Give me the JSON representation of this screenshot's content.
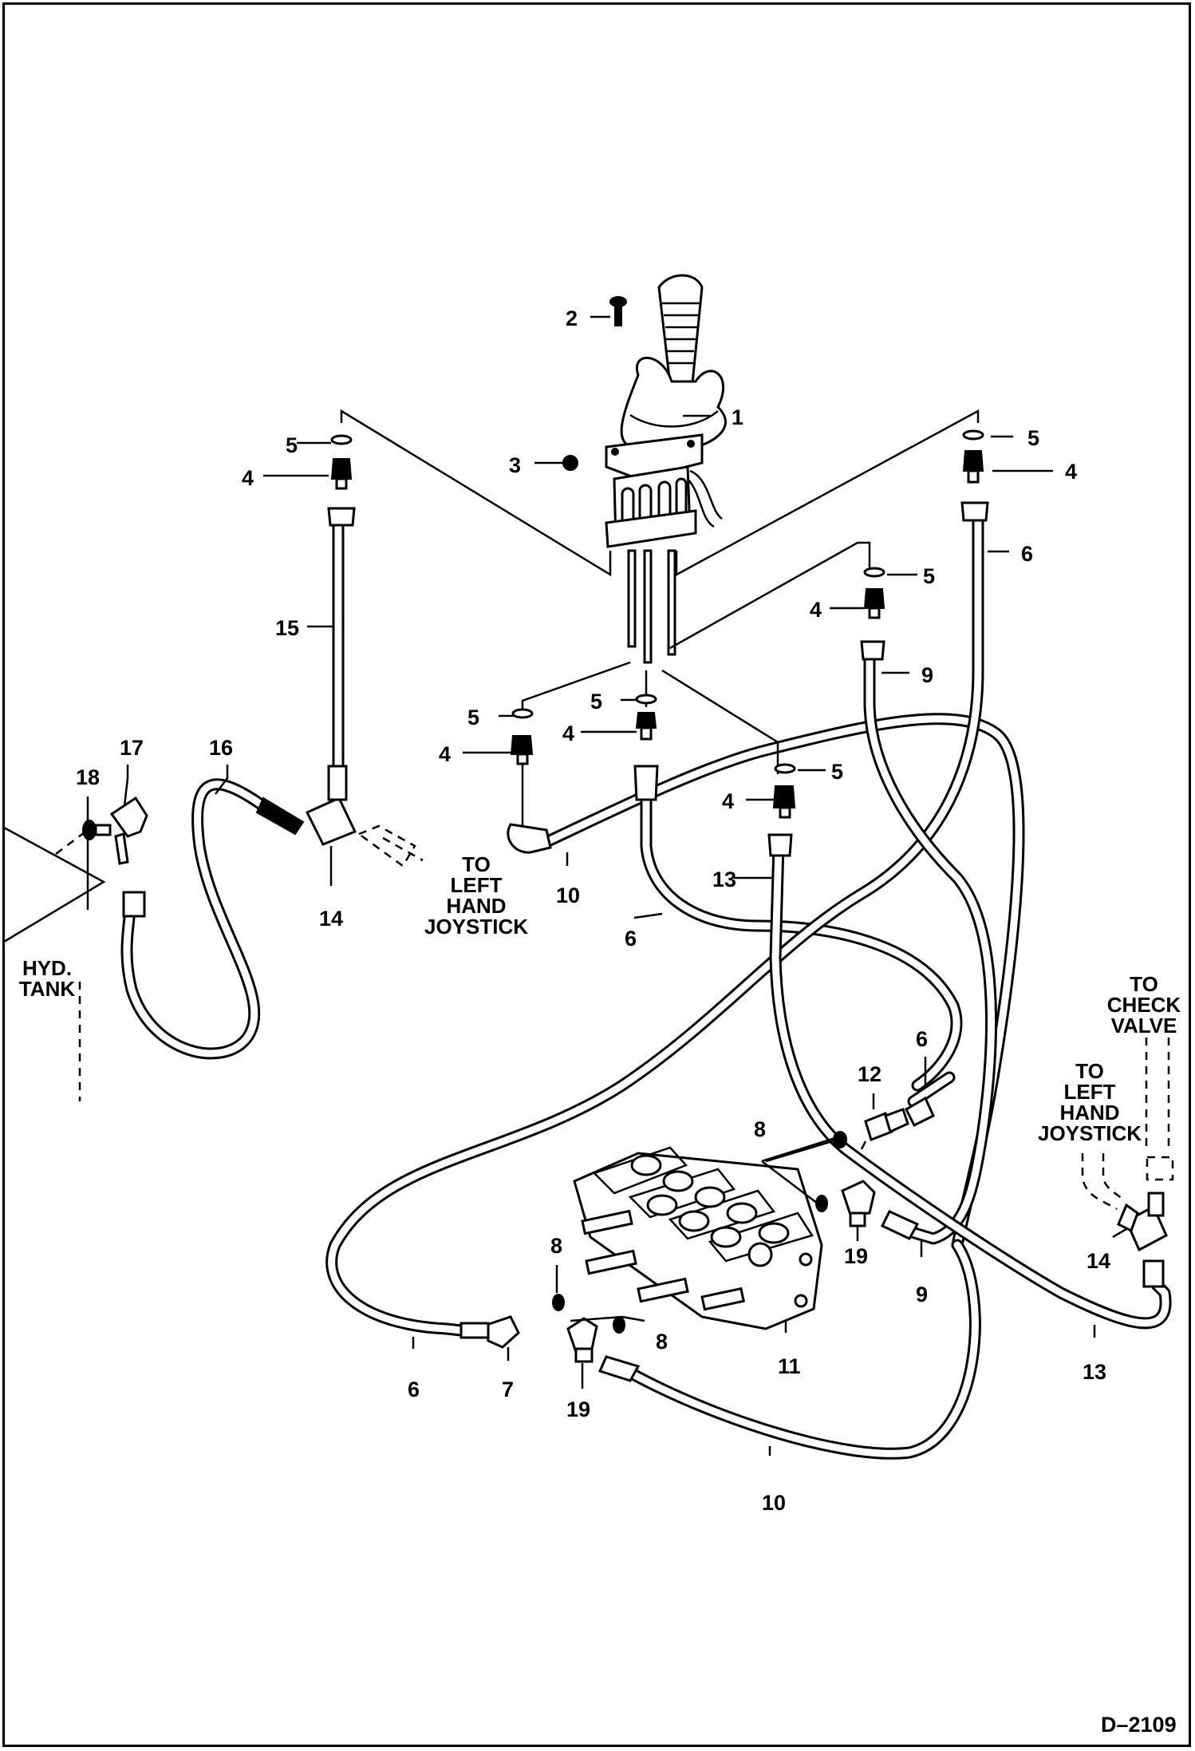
{
  "callouts": {
    "c1": "1",
    "c2": "2",
    "c3": "3",
    "c4a": "4",
    "c4b": "4",
    "c4c": "4",
    "c4d": "4",
    "c4e": "4",
    "c4f": "4",
    "c5a": "5",
    "c5b": "5",
    "c5c": "5",
    "c5d": "5",
    "c5e": "5",
    "c5f": "5",
    "c6a": "6",
    "c6b": "6",
    "c6c": "6",
    "c6d": "6",
    "c7": "7",
    "c8a": "8",
    "c8b": "8",
    "c8c": "8",
    "c9a": "9",
    "c9b": "9",
    "c10a": "10",
    "c10b": "10",
    "c11": "11",
    "c12": "12",
    "c13a": "13",
    "c13b": "13",
    "c14a": "14",
    "c14b": "14",
    "c15": "15",
    "c16": "16",
    "c17": "17",
    "c18": "18",
    "c19a": "19",
    "c19b": "19"
  },
  "notes": {
    "left_joystick_1": [
      "TO",
      "LEFT",
      "HAND",
      "JOYSTICK"
    ],
    "left_joystick_2": [
      "TO",
      "LEFT",
      "HAND",
      "JOYSTICK"
    ],
    "check_valve": [
      "TO",
      "CHECK",
      "VALVE"
    ],
    "hyd_tank": [
      "HYD.",
      "TANK"
    ]
  },
  "figure_id": "D–2109"
}
